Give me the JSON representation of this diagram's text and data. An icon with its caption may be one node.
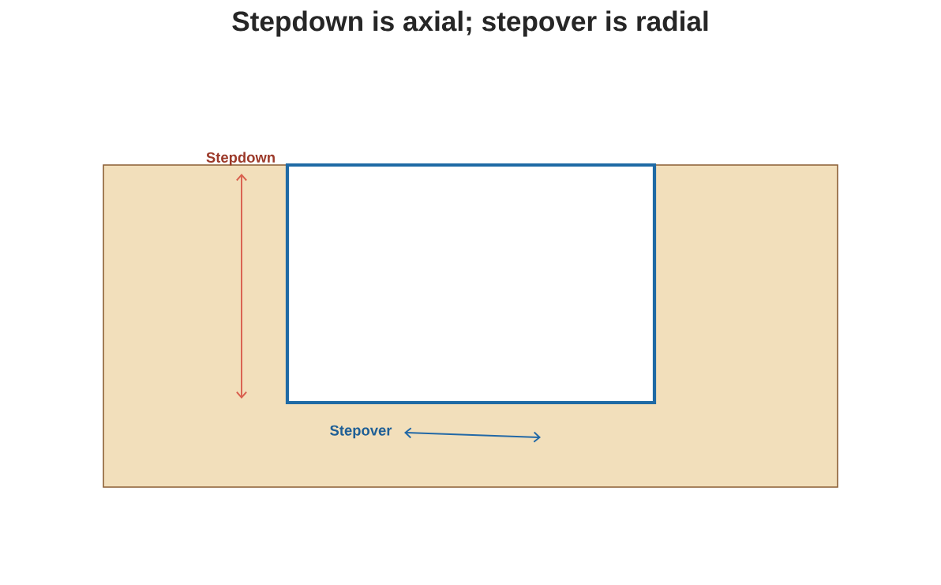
{
  "diagram": {
    "title": "Stepdown is axial; stepover is radial",
    "nodes": [
      {
        "text": [],
        "shape": "box"
      },
      {
        "text": [],
        "shape": "box",
        "in": 0
      }
    ],
    "labels": [
      "Stepdown",
      "Stepover"
    ]
  }
}
